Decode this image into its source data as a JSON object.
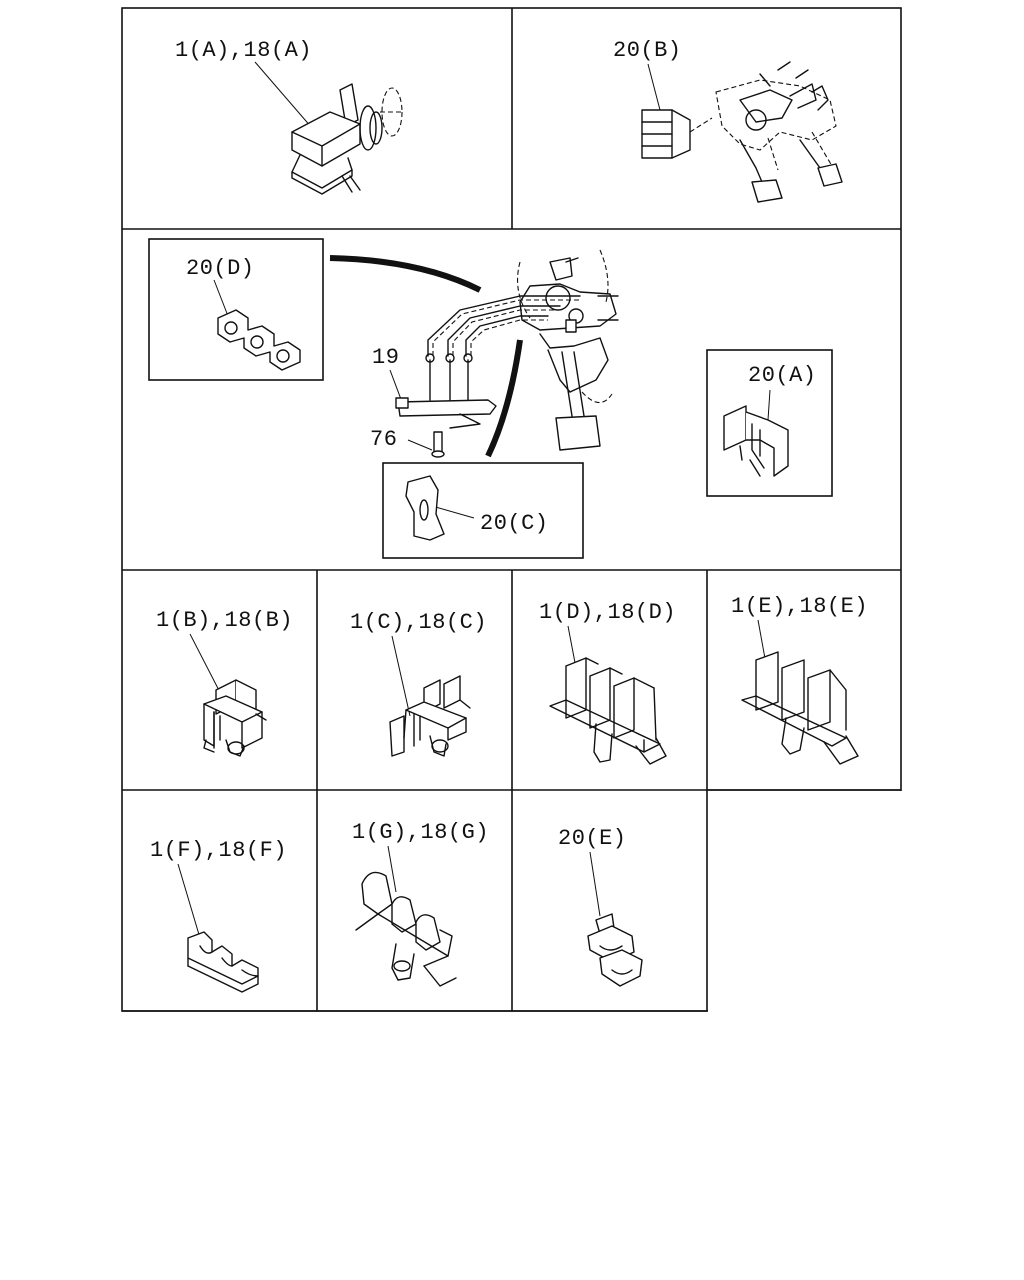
{
  "diagram": {
    "callouts": {
      "a": "1(A),18(A)",
      "b": "20(B)",
      "c": "20(D)",
      "d": "19",
      "e": "76",
      "f": "20(A)",
      "g": "20(C)",
      "h": "1(B),18(B)",
      "i": "1(C),18(C)",
      "j": "1(D),18(D)",
      "k": "1(E),18(E)",
      "l": "1(F),18(F)",
      "m": "1(G),18(G)",
      "n": "20(E)"
    }
  }
}
